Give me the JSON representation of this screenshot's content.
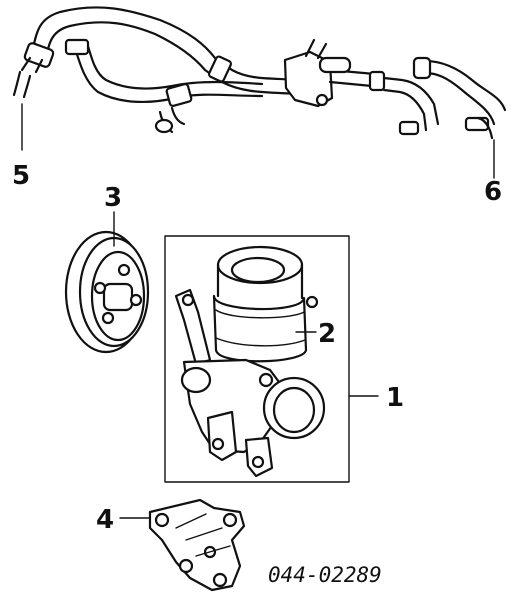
{
  "diagram": {
    "callouts": [
      {
        "id": "1",
        "label": "1"
      },
      {
        "id": "2",
        "label": "2"
      },
      {
        "id": "3",
        "label": "3"
      },
      {
        "id": "4",
        "label": "4"
      },
      {
        "id": "5",
        "label": "5"
      },
      {
        "id": "6",
        "label": "6"
      }
    ],
    "reference_code": "044-02289"
  }
}
